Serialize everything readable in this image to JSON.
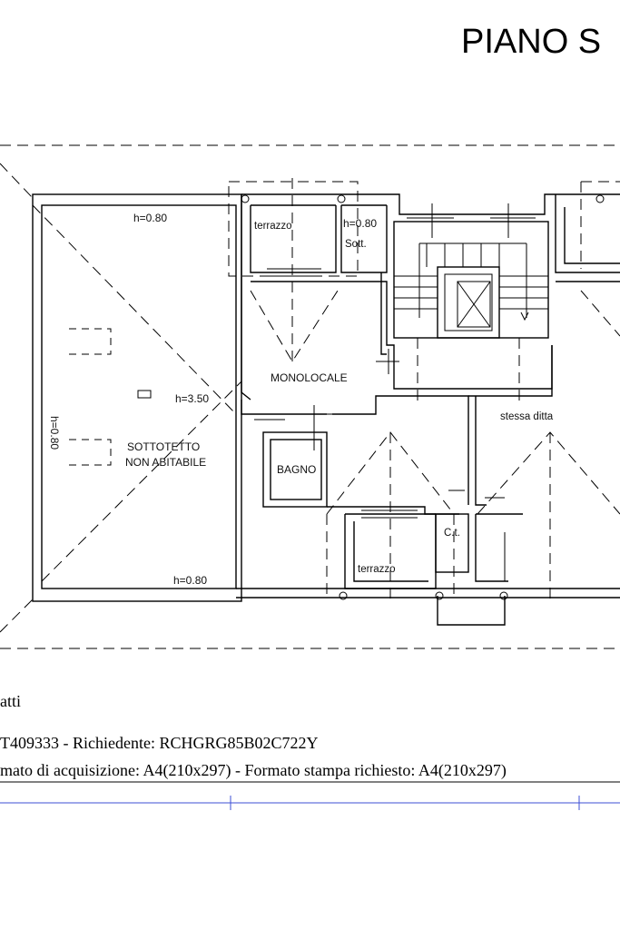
{
  "title": "PIANO S",
  "rooms": {
    "h_top_left": "h=0.80",
    "terrazzo_top": "terrazzo",
    "h_top_right": "h=0.80",
    "sott": "Sott.",
    "monolocale": "MONOLOCALE",
    "h_center": "h=3.50",
    "h_left_vertical": "h=0.80",
    "sottotetto_1": "SOTTOTETTO",
    "sottotetto_2": "NON ABITABILE",
    "bagno": "BAGNO",
    "stessa_ditta": "stessa ditta",
    "ct": "C.t.",
    "terrazzo_bottom": "terrazzo",
    "h_bottom": "h=0.80"
  },
  "footer": {
    "line1": "atti",
    "line2": "T409333 - Richiedente: RCHGRG85B02C722Y",
    "line3": "mato di acquisizione: A4(210x297)  - Formato stampa richiesto: A4(210x297)"
  }
}
